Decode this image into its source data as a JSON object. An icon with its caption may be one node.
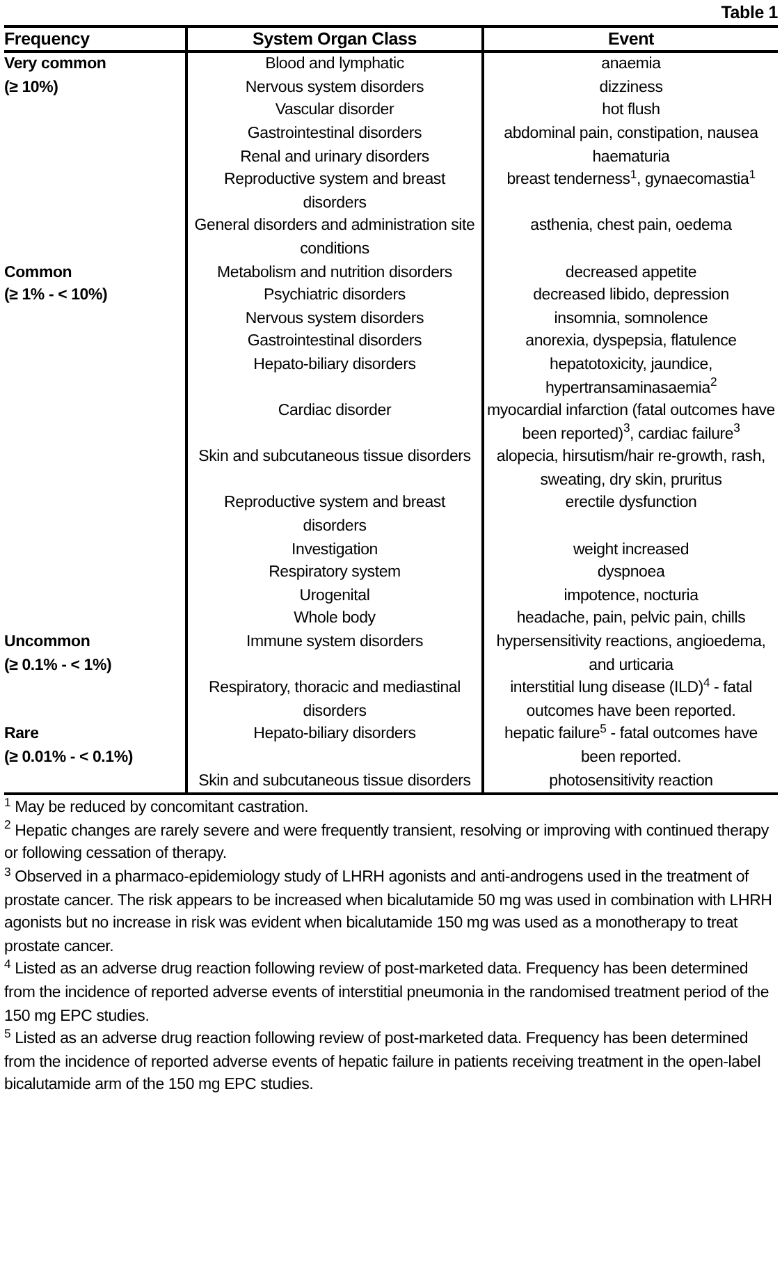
{
  "diagram": {
    "labels": [
      "Table 1",
      "Frequency",
      "System Organ Class",
      "Event",
      "Very common",
      "(≥ 10%)",
      "Blood and lymphatic",
      "anaemia",
      "Nervous system disorders",
      "dizziness",
      "Vascular disorder",
      "hot flush",
      "Gastrointestinal disorders",
      "abdominal pain, constipation, nausea",
      "Renal and urinary disorders",
      "haematuria",
      "Reproductive system and breast disorders",
      "breast tenderness$^{1}$, gynaecomastia$^{1}$",
      "General disorders and administration site conditions",
      "asthenia, chest pain, oedema",
      "Common",
      "(≥ 1% - < 10%)",
      "Metabolism and nutrition disorders",
      "decreased appetite",
      "Psychiatric disorders",
      "decreased libido, depression",
      "Nervous system disorders",
      "insomnia, somnolence",
      "Gastrointestinal disorders",
      "anorexia, dyspepsia, flatulence",
      "Hepato-biliary disorders",
      "hepatotoxicity, jaundice, hypertransaminasaemia$^{2}$",
      "Cardiac disorder",
      "myocardial infarction (fatal outcomes have been reported)$^{3}$, cardiac failure$^{3}$",
      "Skin and subcutaneous tissue disorders",
      "alopecia, hirsutism/hair re-growth, rash, sweating, dry skin, pruritus",
      "Reproductive system and breast disorders",
      "erectile dysfunction",
      "Investigation",
      "weight increased",
      "Respiratory system",
      "dyspnoea",
      "Urogenital",
      "impotence, nocturia",
      "Whole body",
      "headache, pain, pelvic pain, chills",
      "Uncommon",
      "(≥ 0.1% - < 1%)",
      "Immune system disorders",
      "hypersensitivity reactions, angioedema, and urticaria",
      "Respiratory, thoracic and mediastinal disorders",
      "interstitial lung disease (ILD)$^{4}$ - fatal outcomes have been reported.",
      "Rare",
      "(≥ 0.01% - < 0.1%)",
      "Hepato-biliary disorders",
      "hepatic failure$^{5}$ - fatal outcomes have been reported.",
      "Skin and subcutaneous tissue disorders",
      "photosensitivity reaction",
      "$^{1}$ May be reduced by concomitant castration.",
      "$^{2}$ Hepatic changes are rarely severe and were frequently transient, resolving or improving with continued therapy or following cessation of therapy.",
      "$^{3}$ Observed in a pharmaco-epidemiology study of LHRH agonists and anti-androgens used in the treatment of prostate cancer. The risk appears to be increased when bicalutamide 50 mg was used in combination with LHRH agonists but no increase in risk was evident when bicalutamide 150 mg was used as a monotherapy to treat prostate cancer.",
      "$^{4}$ Listed as an adverse drug reaction following review of post-marketed data. Frequency has been determined from the incidence of reported adverse events of interstitial pneumonia in the randomised treatment period of the 150 mg EPC studies.",
      "$^{5}$ Listed as an adverse drug reaction following review of post-marketed data. Frequency has been determined from the incidence of reported adverse events of hepatic failure in patients receiving treatment in the open-label bicalutamide arm of the 150 mg EPC studies."
    ]
  }
}
